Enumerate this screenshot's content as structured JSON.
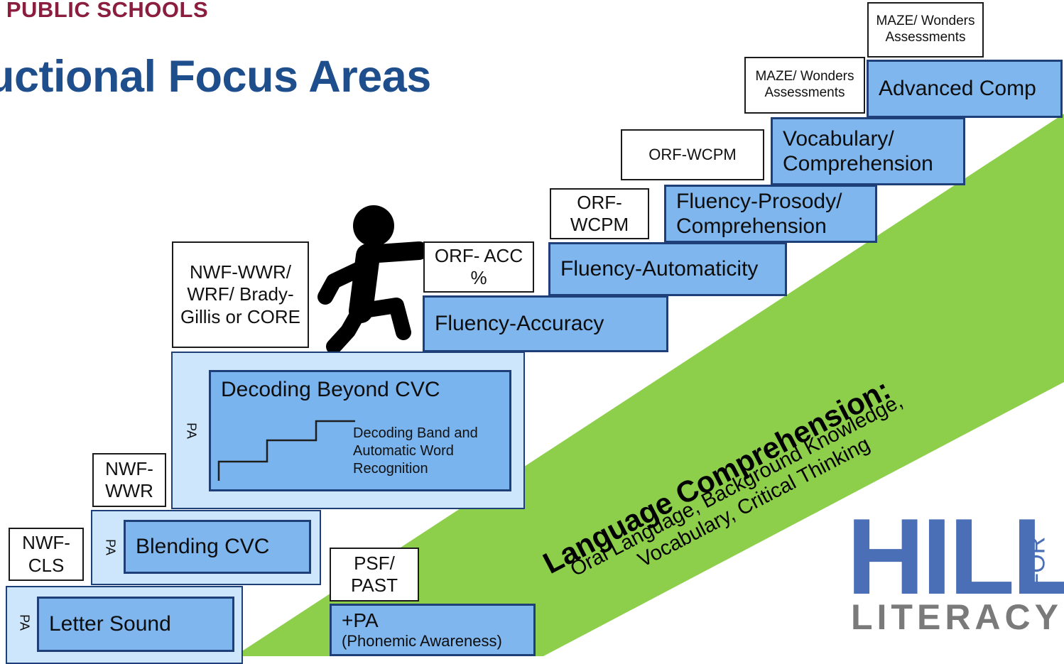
{
  "header": {
    "org": "A PUBLIC SCHOOLS",
    "title": "ructional Focus Areas"
  },
  "colors": {
    "green": "#8dcf4b",
    "step_blue": "#7fb6ee",
    "step_light": "#cde6fb",
    "border_navy": "#1e3f77",
    "org_red": "#8b1e3f",
    "title_blue": "#1f4e8c"
  },
  "steps": {
    "letter_sound": "Letter Sound",
    "blending_cvc": "Blending CVC",
    "decoding_beyond_cvc": "Decoding Beyond CVC",
    "decoding_band": "Decoding Band and Automatic Word Recognition",
    "fluency_accuracy": "Fluency-Accuracy",
    "fluency_automaticity": "Fluency-Automaticity",
    "fluency_prosody": "Fluency-Prosody/ Comprehension",
    "vocab_comprehension": "Vocabulary/ Comprehension",
    "advanced_comp": "Advanced Comp",
    "pa_label": "PA",
    "plus_pa": "+PA",
    "phonemic_awareness": "(Phonemic Awareness)"
  },
  "assessments": {
    "nwf_cls": "NWF- CLS",
    "nwf_wwr": "NWF- WWR",
    "nwf_multi": "NWF-WWR/ WRF/ Brady-Gillis or CORE",
    "psf_past": "PSF/ PAST",
    "orf_acc": "ORF- ACC %",
    "orf_wcpm_1": "ORF- WCPM",
    "orf_wcpm_2": "ORF-WCPM",
    "maze_1": "MAZE/ Wonders Assessments",
    "maze_2": "MAZE/ Wonders Assessments"
  },
  "language": {
    "heading": "Language Comprehension:",
    "line1": "Oral Language, Background Knowledge,",
    "line2": "Vocabulary, Critical Thinking"
  },
  "logo": {
    "hill": "HILL",
    "for": "FOR",
    "literacy": "LITERACY"
  },
  "icons": [
    "climbing-person-icon",
    "staircase-icon"
  ]
}
